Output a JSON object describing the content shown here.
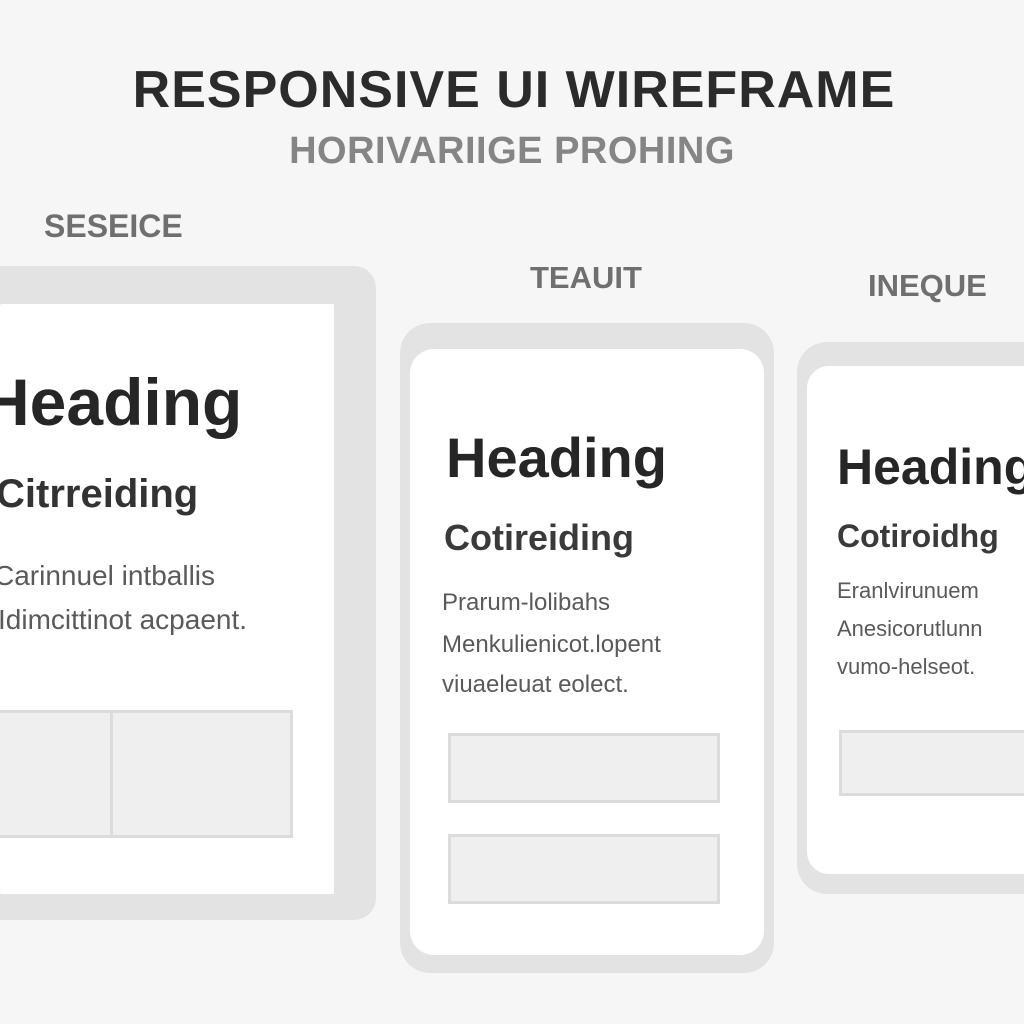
{
  "title": "RESPONSIVE UI WIREFRAME",
  "subtitle": "HORIVARIIGE PROHING",
  "devices": [
    {
      "label": "SESEICE",
      "heading": "Heading",
      "subheading": "Citrreiding",
      "body_lines": [
        "Carinnuel intballis",
        "Idimcittinot acpaent."
      ],
      "placeholder_count": 2
    },
    {
      "label": "TEAUIT",
      "heading": "Heading",
      "subheading": "Cotireiding",
      "body_lines": [
        "Prarum-lolibahs",
        "Menkulienicot.lopent",
        "viuaeleuat eolect."
      ],
      "placeholder_count": 2
    },
    {
      "label": "INEQUE",
      "heading": "Heading",
      "subheading": "Cotiroidhg",
      "body_lines": [
        "Eranlvirunuem",
        "Anesicorutlunn",
        "vumo-helseot."
      ],
      "placeholder_count": 1
    }
  ]
}
